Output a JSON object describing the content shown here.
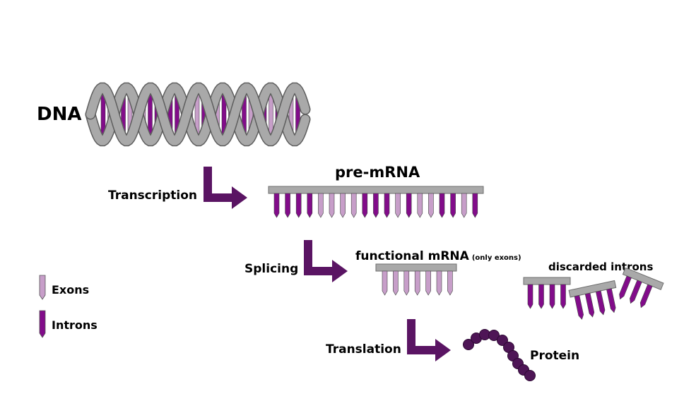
{
  "title": "DNA",
  "steps": {
    "transcription": "Transcription",
    "splicing": "Splicing",
    "translation": "Translation"
  },
  "labels": {
    "pre_mrna": "pre-mRNA",
    "functional_mrna": "functional mRNA",
    "only_exons": "(only exons)",
    "discarded_introns": "discarded introns",
    "protein": "Protein"
  },
  "legend": {
    "exons": "Exons",
    "introns": "Introns"
  },
  "colors": {
    "exon": "#c79ec9",
    "intron": "#820c8a",
    "backbone": "#a9a9a9",
    "arrow": "#5a1463",
    "protein": "#4e1556"
  },
  "pre_mrna_sequence": [
    "intron",
    "intron",
    "intron",
    "intron",
    "exon",
    "exon",
    "exon",
    "exon",
    "intron",
    "intron",
    "intron",
    "exon",
    "intron",
    "exon",
    "exon",
    "intron",
    "intron",
    "exon",
    "intron"
  ]
}
